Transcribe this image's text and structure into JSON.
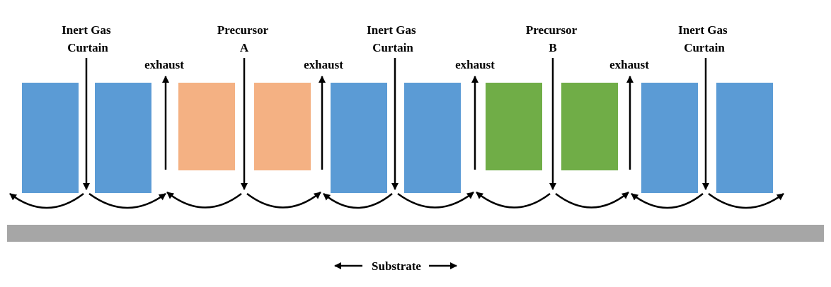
{
  "labels": {
    "curtain_1": [
      "Inert Gas",
      "Curtain"
    ],
    "precursor_a": [
      "Precursor",
      "A"
    ],
    "curtain_2": [
      "Inert Gas",
      "Curtain"
    ],
    "precursor_b": [
      "Precursor",
      "B"
    ],
    "curtain_3": [
      "Inert Gas",
      "Curtain"
    ],
    "exhaust_1": "exhaust",
    "exhaust_2": "exhaust",
    "exhaust_3": "exhaust",
    "exhaust_4": "exhaust",
    "substrate": "Substrate"
  },
  "colors": {
    "inert_gas": "#5b9bd5",
    "precursor_a": "#f4b183",
    "precursor_b": "#70ad47",
    "substrate": "#a6a6a6",
    "arrow": "#000000"
  }
}
